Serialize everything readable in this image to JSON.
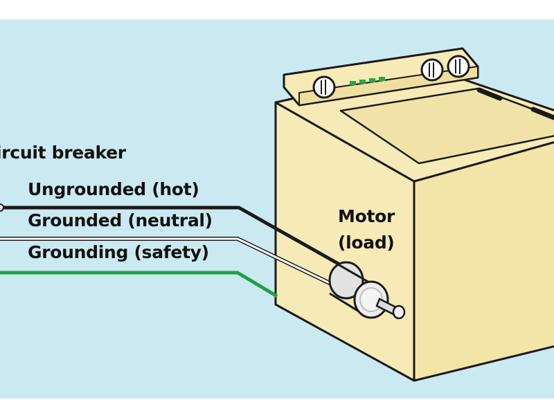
{
  "labels": {
    "circuit_breaker": "ircuit breaker",
    "ungrounded": "Ungrounded (hot)",
    "grounded": "Grounded (neutral)",
    "grounding": "Grounding (safety)",
    "motor_line1": "Motor",
    "motor_line2": "(load)"
  },
  "colors": {
    "background": "#cbe9f1",
    "appliance_body": "#f6eab6",
    "appliance_shadow": "#e9d99a",
    "outline": "#1a1a1a",
    "hot_wire": "#1a1a1a",
    "neutral_wire": "#ffffff",
    "ground_wire": "#1fa046",
    "indicator": "#22aa44"
  }
}
